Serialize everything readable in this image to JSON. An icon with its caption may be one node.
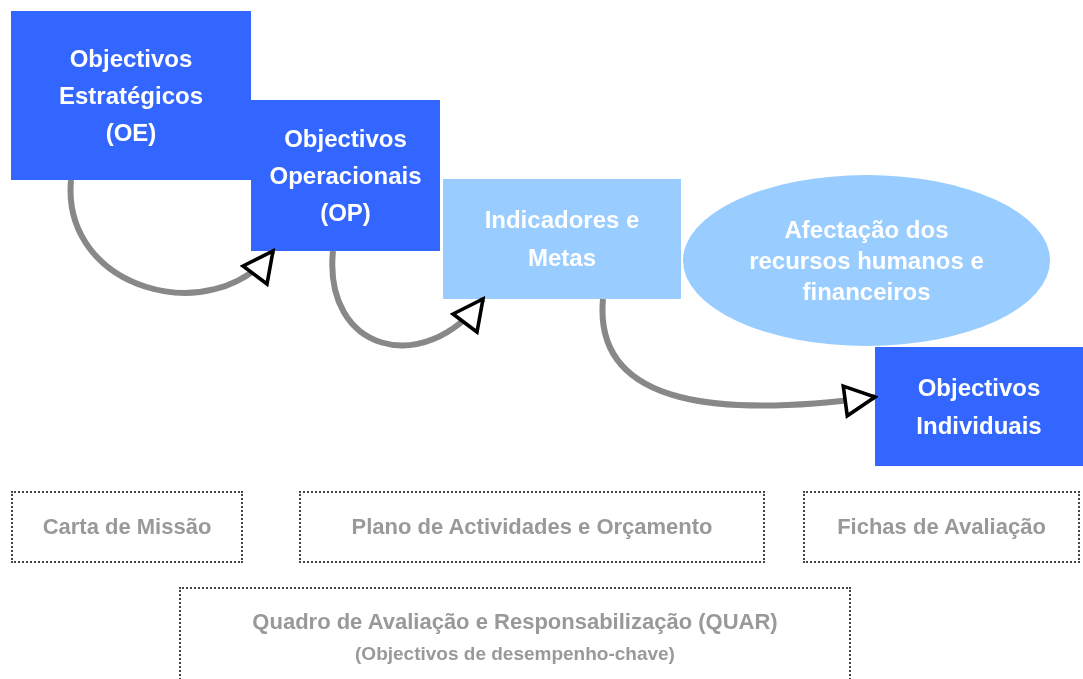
{
  "diagram": {
    "nodes": [
      {
        "text": [
          "Objectivos Estratégicos (OE)"
        ]
      },
      {
        "text": [
          "Objectivos Operacionais (OP)"
        ]
      },
      {
        "text": [
          "Indicadores e Metas"
        ]
      },
      {
        "text": [
          "Afectação dos recursos humanos e financeiros"
        ]
      },
      {
        "text": [
          "Objectivos Individuais"
        ]
      },
      {
        "text": [
          "Carta de Missão"
        ]
      },
      {
        "text": [
          "Plano de Actividades e Orçamento"
        ]
      },
      {
        "text": [
          "Fichas de Avaliação"
        ]
      },
      {
        "text": [
          "Quadro de Avaliação e Responsabilização (QUAR)",
          "(Objectivos de desempenho-chave)"
        ]
      }
    ],
    "edges": [
      {
        "from": 0,
        "to": 1,
        "arrow": "to"
      },
      {
        "from": 1,
        "to": 2,
        "arrow": "to"
      },
      {
        "from": 2,
        "to": 4,
        "arrow": "to"
      }
    ]
  }
}
